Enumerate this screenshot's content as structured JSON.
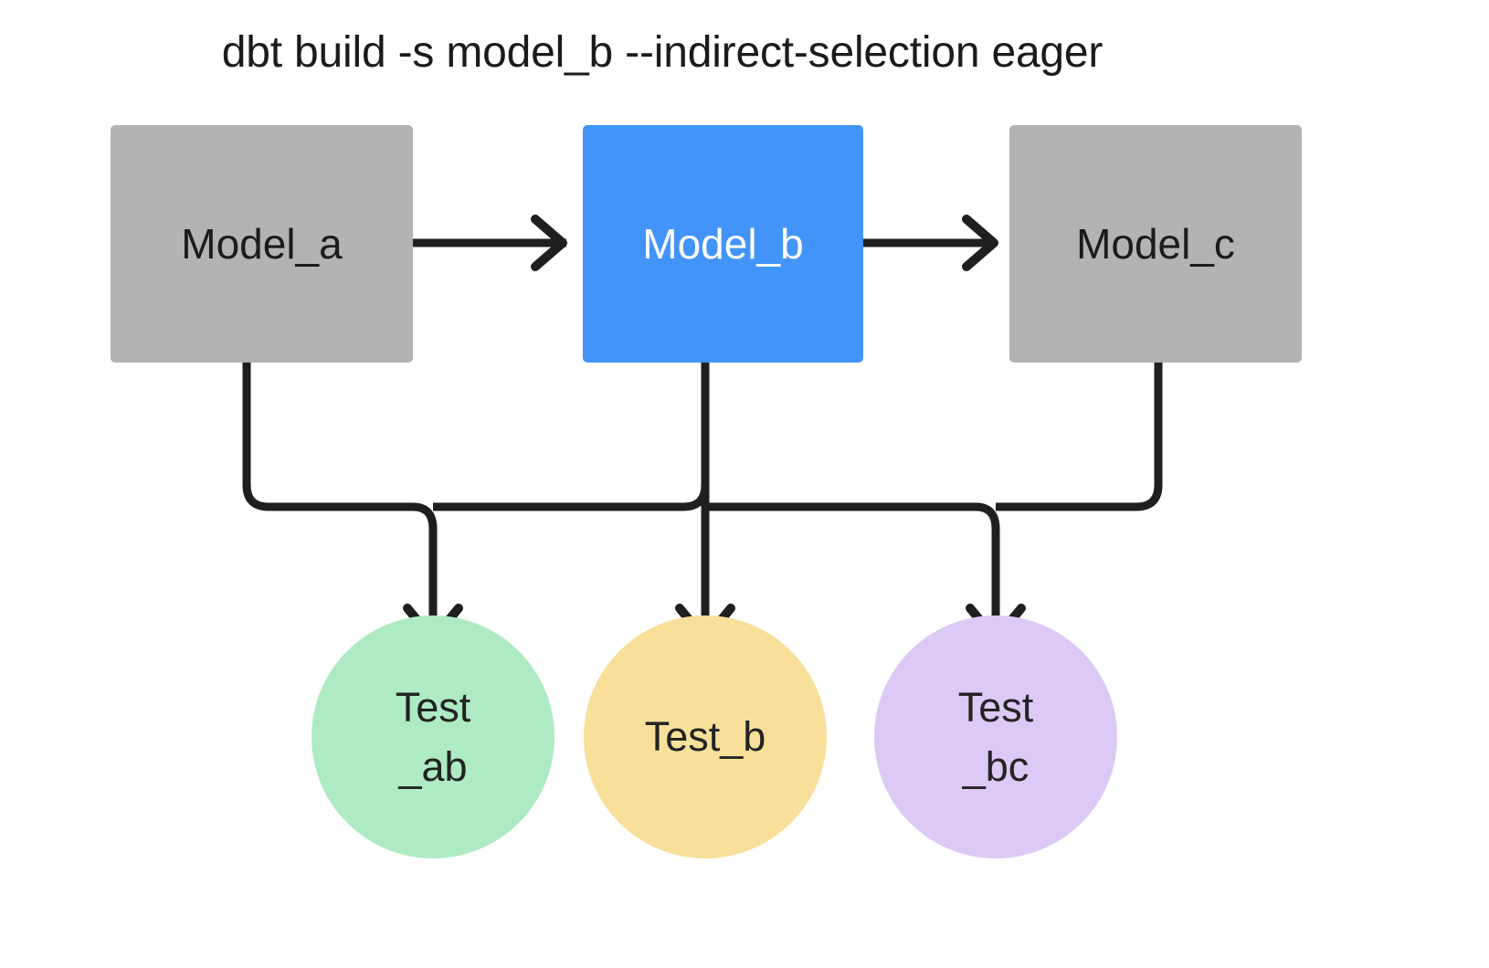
{
  "title": "dbt build -s model_b --indirect-selection eager",
  "colors": {
    "background": "#ffffff",
    "model_default": "#b3b3b3",
    "model_selected": "#4294f8",
    "test_ab": "#aeebc4",
    "test_b": "#f8e09a",
    "test_bc": "#ddc9f5",
    "edge": "#1f1f1f",
    "text_dark": "#1b1b1b",
    "text_light": "#ffffff"
  },
  "diagram": {
    "type": "dag",
    "models": [
      {
        "id": "model_a",
        "label": "Model_a",
        "shape": "rect",
        "fill": "#b3b3b3",
        "text_color": "#1b1b1b",
        "selected": false
      },
      {
        "id": "model_b",
        "label": "Model_b",
        "shape": "rect",
        "fill": "#4294f8",
        "text_color": "#ffffff",
        "selected": true
      },
      {
        "id": "model_c",
        "label": "Model_c",
        "shape": "rect",
        "fill": "#b3b3b3",
        "text_color": "#1b1b1b",
        "selected": false
      }
    ],
    "tests": [
      {
        "id": "test_ab",
        "label": "Test_ab",
        "line1": "Test",
        "line2": "_ab",
        "shape": "circle",
        "fill": "#aeebc4"
      },
      {
        "id": "test_b",
        "label": "Test_b",
        "line1": "Test_b",
        "line2": "",
        "shape": "circle",
        "fill": "#f8e09a"
      },
      {
        "id": "test_bc",
        "label": "Test_bc",
        "line1": "Test",
        "line2": "_bc",
        "shape": "circle",
        "fill": "#ddc9f5"
      }
    ],
    "edges": [
      {
        "from": "model_a",
        "to": "model_b",
        "style": "arrow"
      },
      {
        "from": "model_b",
        "to": "model_c",
        "style": "arrow"
      },
      {
        "from": "model_a",
        "to": "test_ab",
        "style": "arrow"
      },
      {
        "from": "model_b",
        "to": "test_ab",
        "style": "arrow"
      },
      {
        "from": "model_b",
        "to": "test_b",
        "style": "arrow"
      },
      {
        "from": "model_b",
        "to": "test_bc",
        "style": "arrow"
      },
      {
        "from": "model_c",
        "to": "test_bc",
        "style": "arrow"
      }
    ]
  }
}
